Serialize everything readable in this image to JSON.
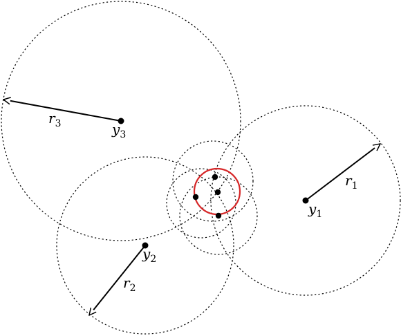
{
  "labels": {
    "y1": {
      "base": "y",
      "sub": "1"
    },
    "y2": {
      "base": "y",
      "sub": "2"
    },
    "y3": {
      "base": "y",
      "sub": "3"
    },
    "r1": {
      "base": "r",
      "sub": "1"
    },
    "r2": {
      "base": "r",
      "sub": "2"
    },
    "r3": {
      "base": "r",
      "sub": "3"
    }
  },
  "colors": {
    "highlight": "#d62728",
    "ink": "#000000"
  }
}
